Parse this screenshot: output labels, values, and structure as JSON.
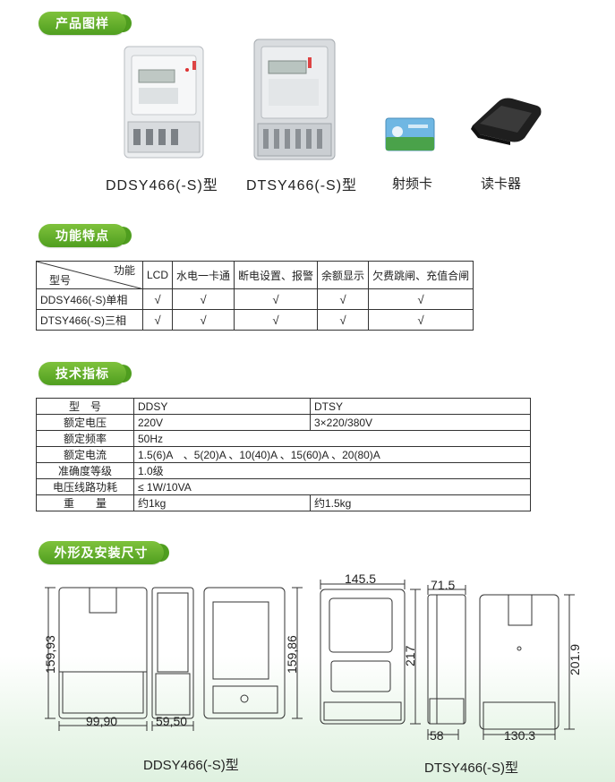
{
  "sections": {
    "product_images": "产品图样",
    "features": "功能特点",
    "specs": "技术指标",
    "dimensions": "外形及安装尺寸"
  },
  "products": [
    {
      "caption": "DDSY466(-S)型",
      "icon": "single-phase-meter-photo"
    },
    {
      "caption": "DTSY466(-S)型",
      "icon": "three-phase-meter-photo"
    },
    {
      "caption": "射频卡",
      "icon": "rf-card-photo"
    },
    {
      "caption": "读卡器",
      "icon": "card-reader-photo"
    }
  ],
  "feature_table": {
    "corner_top": "功能",
    "corner_bottom": "型号",
    "columns": [
      "LCD",
      "水电一卡通",
      "断电设置、报警",
      "余额显示",
      "欠费跳闸、充值合闸"
    ],
    "rows": [
      {
        "model": "DDSY466(-S)单相",
        "cells": [
          "√",
          "√",
          "√",
          "√",
          "√"
        ]
      },
      {
        "model": "DTSY466(-S)三相",
        "cells": [
          "√",
          "√",
          "√",
          "√",
          "√"
        ]
      }
    ]
  },
  "spec_table": {
    "rows": [
      {
        "label": "型　号",
        "ddsy": "DDSY",
        "dtsy": "DTSY"
      },
      {
        "label": "额定电压",
        "ddsy": "220V",
        "dtsy": "3×220/380V"
      },
      {
        "label": "额定频率",
        "value": "50Hz"
      },
      {
        "label": "额定电流",
        "value": "1.5(6)A　、5(20)A 、10(40)A 、15(60)A 、20(80)A"
      },
      {
        "label": "准确度等级",
        "value": "1.0级"
      },
      {
        "label": "电压线路功耗",
        "value": "≤ 1W/10VA"
      },
      {
        "label": "重　　量",
        "ddsy": "约1kg",
        "dtsy": "约1.5kg"
      }
    ]
  },
  "dimensions": {
    "ddsy": {
      "height": "159,93",
      "width": "99,90",
      "depth": "59,50",
      "side_height": "159,86",
      "caption": "DDSY466(-S)型"
    },
    "dtsy": {
      "width": "145.5",
      "height": "217",
      "depth_top": "71.5",
      "depth": "58",
      "back_height": "201.9",
      "back_width": "130.3",
      "caption": "DTSY466(-S)型"
    }
  }
}
